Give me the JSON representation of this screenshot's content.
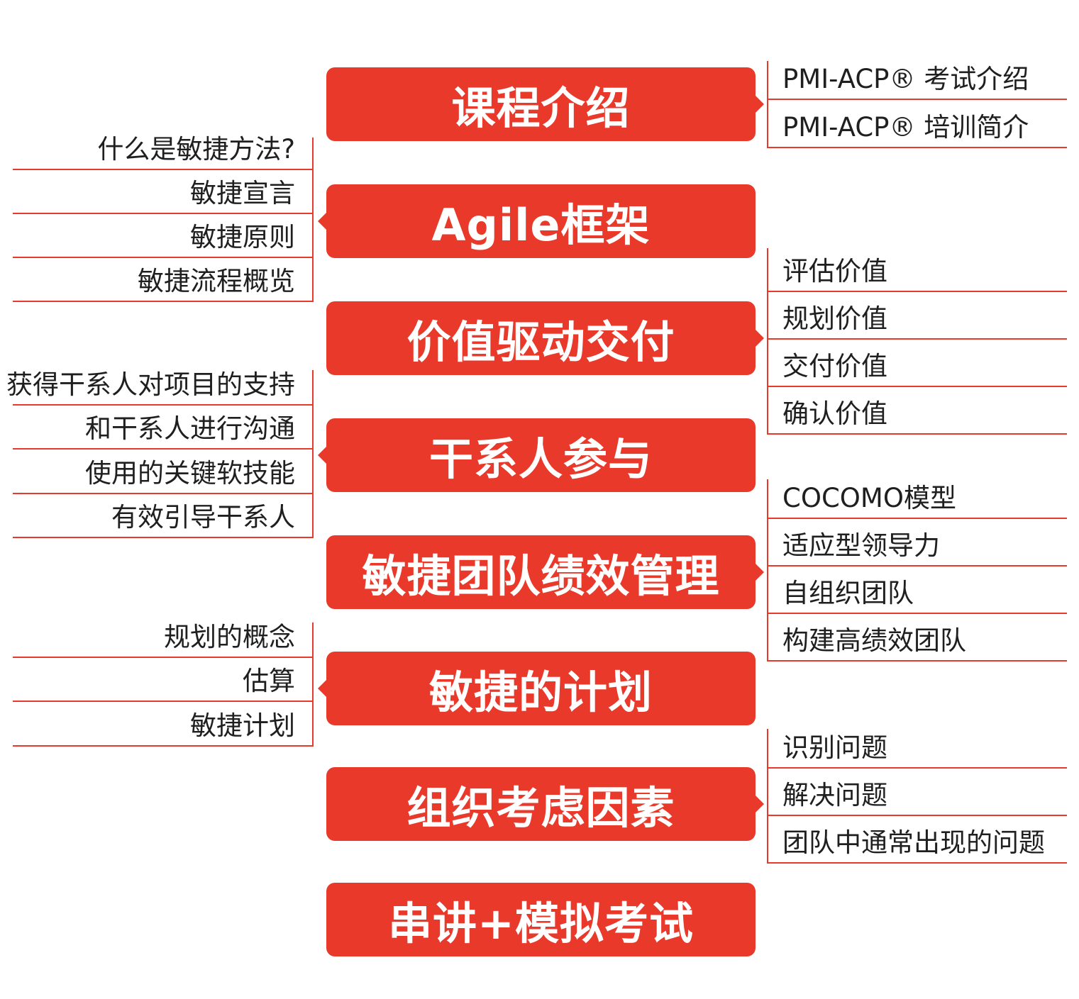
{
  "main_topics": [
    "课程介绍",
    "Agile框架",
    "价值驱动交付",
    "干系人参与",
    "敏捷团队绩效管理",
    "敏捷的计划",
    "组织考虑因素",
    "串讲+模拟考试"
  ],
  "groups": {
    "course_intro": [
      "PMI-ACP® 考试介绍",
      "PMI-ACP® 培训简介"
    ],
    "agile_framework": [
      "什么是敏捷方法?",
      "敏捷宣言",
      "敏捷原则",
      "敏捷流程概览"
    ],
    "value_delivery": [
      "评估价值",
      "规划价值",
      "交付价值",
      "确认价值"
    ],
    "stakeholder": [
      "获得干系人对项目的支持",
      "和干系人进行沟通",
      "使用的关键软技能",
      "有效引导干系人"
    ],
    "team_performance": [
      "COCOMO模型",
      "适应型领导力",
      "自组织团队",
      "构建高绩效团队"
    ],
    "planning": [
      "规划的概念",
      "估算",
      "敏捷计划"
    ],
    "organization": [
      "识别问题",
      "解决问题",
      "团队中通常出现的问题"
    ]
  },
  "colors": {
    "accent": "#e8392b",
    "text": "#1f1f1f",
    "box_text": "#ffffff"
  }
}
